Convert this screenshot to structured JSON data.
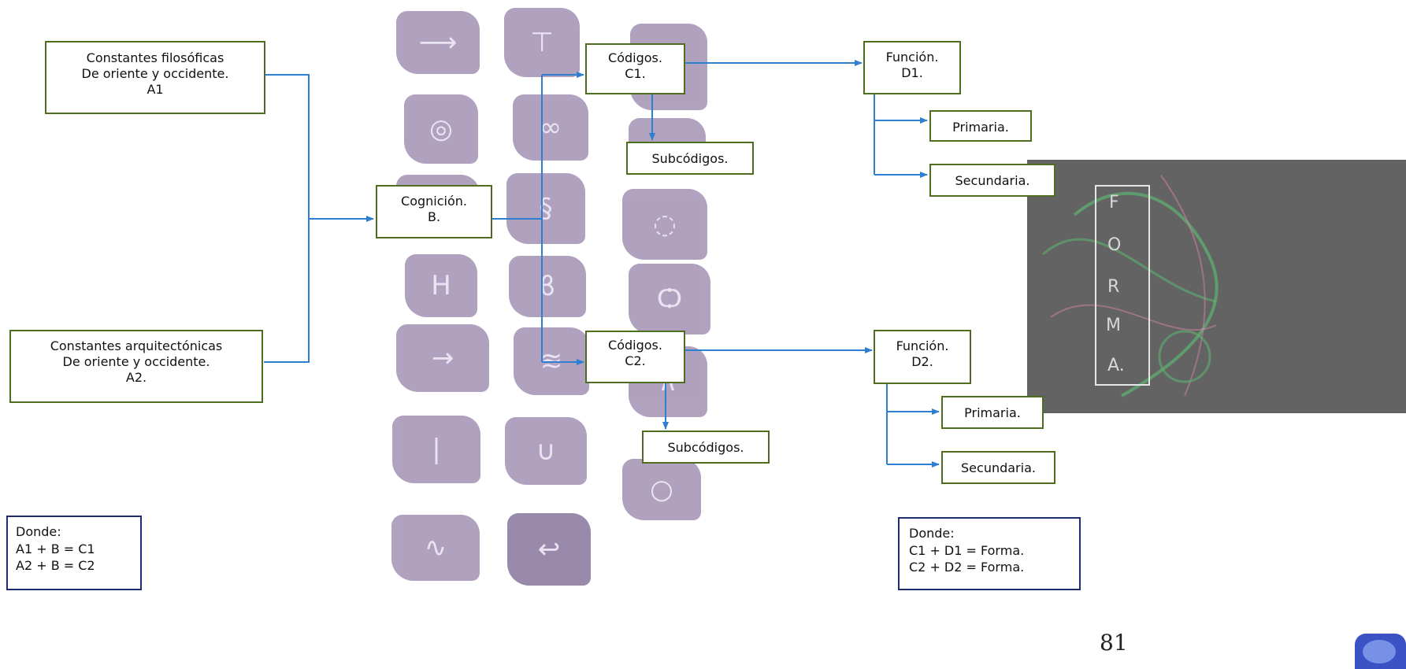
{
  "boxes": {
    "a1": [
      "Constantes filosóficas",
      "De oriente y occidente.",
      "A1"
    ],
    "a2": [
      "Constantes arquitectónicas",
      "De oriente y occidente.",
      "A2."
    ],
    "b": [
      "Cognición.",
      "B."
    ],
    "c1": [
      "Códigos.",
      "C1."
    ],
    "c2": [
      "Códigos.",
      "C2."
    ],
    "sub1": "Subcódigos.",
    "sub2": "Subcódigos.",
    "d1": [
      "Función.",
      "D1."
    ],
    "d2": [
      "Función.",
      "D2."
    ],
    "prim1": "Primaria.",
    "sec1": "Secundaria.",
    "prim2": "Primaria.",
    "sec2": "Secundaria."
  },
  "notes": {
    "left": [
      "Donde:",
      "A1 + B = C1",
      "A2 + B = C2"
    ],
    "right": [
      "Donde:",
      "C1 + D1 = Forma.",
      "C2 + D2 = Forma."
    ]
  },
  "forma_letters": [
    "F",
    "O",
    "R",
    "M",
    "A."
  ],
  "page_number": "81",
  "colors": {
    "connector": "#2f7fd0",
    "green_border": "#4f6d1e",
    "navy_border": "#1e2d6d",
    "tile": "#a898b8",
    "forma_panel": "#636363"
  },
  "tile_icons": [
    "arrow-split-icon",
    "t-bar-icon",
    "spiral-square-icon",
    "loop-icon",
    "wave-icon",
    "squiggle-icon",
    "h-bar-icon",
    "spiral-icon",
    "arrow-right-icon",
    "waves-icon",
    "vertical-line-icon",
    "u-curve-icon",
    "sine-icon",
    "return-arrow-icon",
    "circle-icon",
    "circle-icon",
    "circle-icon",
    "double-circle-icon",
    "caret-icon",
    "circle-icon"
  ]
}
